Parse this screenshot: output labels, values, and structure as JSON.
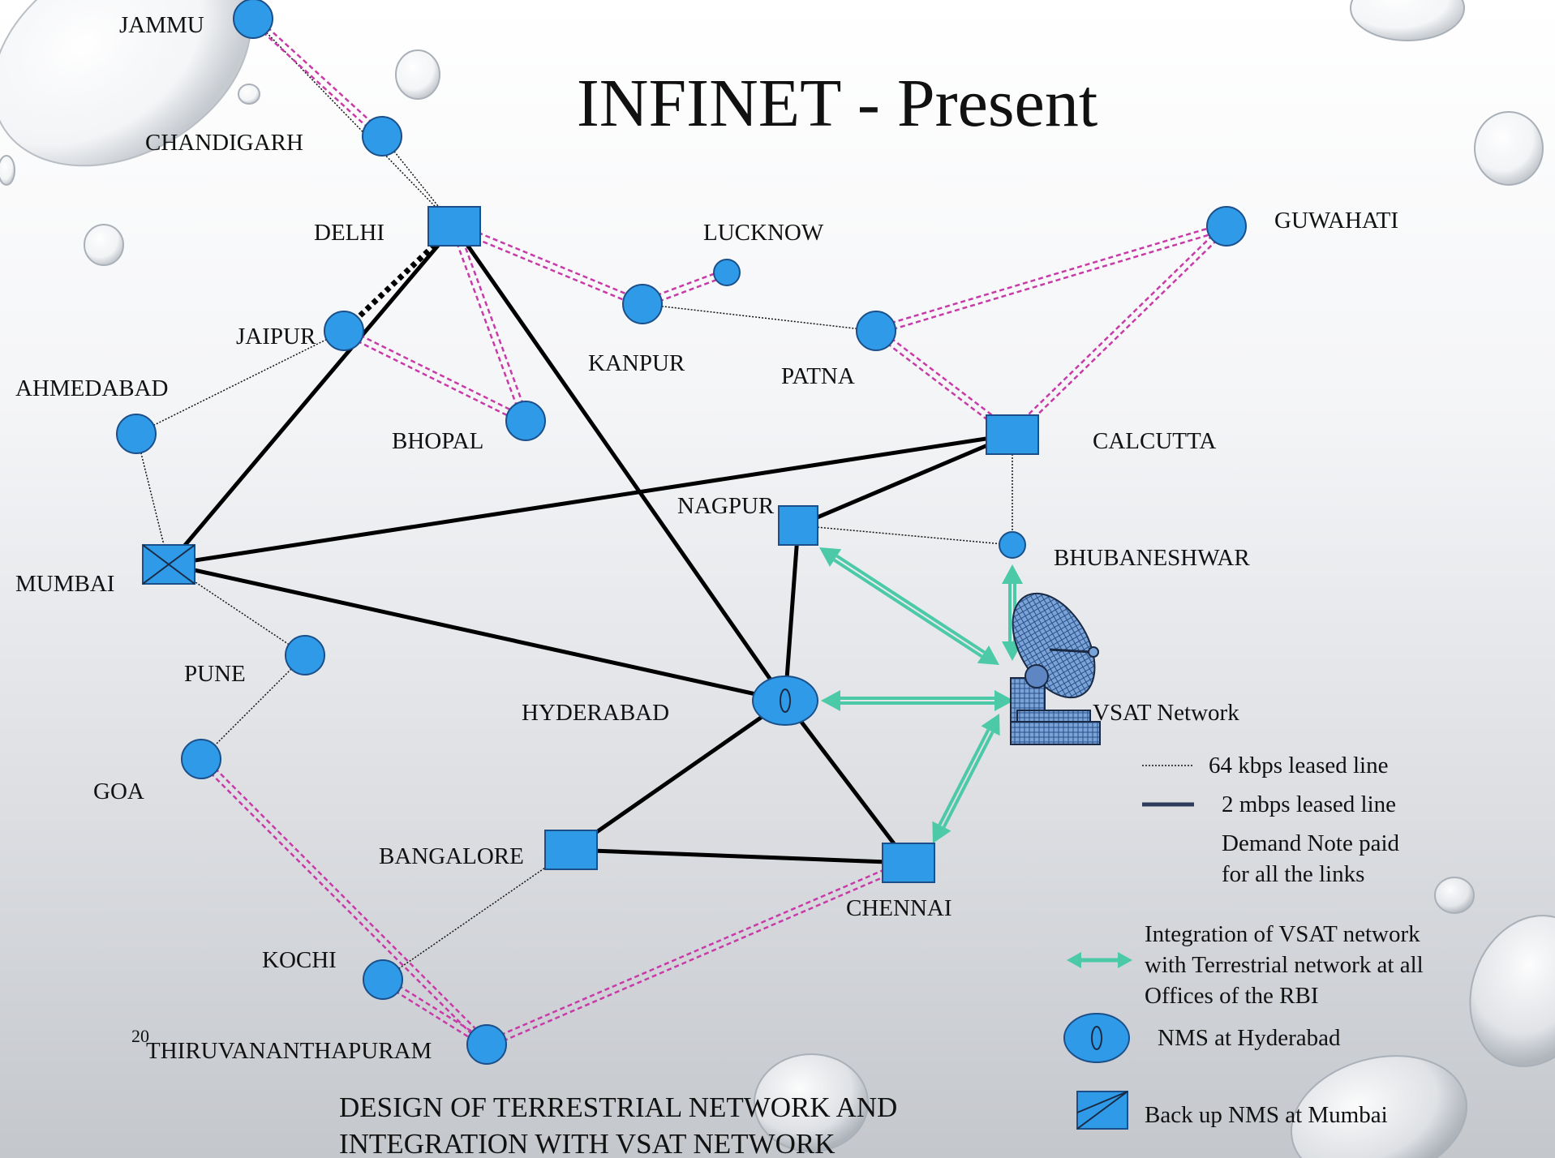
{
  "title": "INFINET - Present",
  "subtitle": [
    "DESIGN OF TERRESTRIAL NETWORK AND",
    "INTEGRATION WITH  VSAT NETWORK"
  ],
  "slide_number": "20",
  "colors": {
    "node_fill": "#2f9be8",
    "node_stroke": "#1a4f8a",
    "backup_dash": "#c83aa8",
    "vsat_arrow": "#4ccaa8",
    "trunk_line": "#000000",
    "legend_trunk": "#2e3c5c"
  },
  "nodes": [
    {
      "id": "jammu",
      "label": "JAMMU",
      "shape": "circle"
    },
    {
      "id": "chandigarh",
      "label": "CHANDIGARH",
      "shape": "circle"
    },
    {
      "id": "delhi",
      "label": "DELHI",
      "shape": "square"
    },
    {
      "id": "lucknow",
      "label": "LUCKNOW",
      "shape": "circle"
    },
    {
      "id": "guwahati",
      "label": "GUWAHATI",
      "shape": "circle"
    },
    {
      "id": "jaipur",
      "label": "JAIPUR",
      "shape": "circle"
    },
    {
      "id": "kanpur",
      "label": "KANPUR",
      "shape": "circle"
    },
    {
      "id": "patna",
      "label": "PATNA",
      "shape": "circle"
    },
    {
      "id": "ahmedabad",
      "label": "AHMEDABAD",
      "shape": "circle"
    },
    {
      "id": "bhopal",
      "label": "BHOPAL",
      "shape": "circle"
    },
    {
      "id": "calcutta",
      "label": "CALCUTTA",
      "shape": "square"
    },
    {
      "id": "nagpur",
      "label": "NAGPUR",
      "shape": "square"
    },
    {
      "id": "bhubaneshwar",
      "label": "BHUBANESHWAR",
      "shape": "circle"
    },
    {
      "id": "mumbai",
      "label": "MUMBAI",
      "shape": "crossed-square"
    },
    {
      "id": "pune",
      "label": "PUNE",
      "shape": "circle"
    },
    {
      "id": "hyderabad",
      "label": "HYDERABAD",
      "shape": "nms-ellipse"
    },
    {
      "id": "goa",
      "label": "GOA",
      "shape": "circle"
    },
    {
      "id": "bangalore",
      "label": "BANGALORE",
      "shape": "square"
    },
    {
      "id": "chennai",
      "label": "CHENNAI",
      "shape": "square"
    },
    {
      "id": "kochi",
      "label": "KOCHI",
      "shape": "circle"
    },
    {
      "id": "thiruvananthapuram",
      "label": "THIRUVANANTHAPURAM",
      "shape": "circle"
    },
    {
      "id": "vsat",
      "label": "VSAT Network",
      "shape": "satellite-dish"
    }
  ],
  "links_64kbps": [
    [
      "jammu",
      "delhi"
    ],
    [
      "chandigarh",
      "delhi"
    ],
    [
      "jaipur",
      "ahmedabad"
    ],
    [
      "ahmedabad",
      "mumbai"
    ],
    [
      "kanpur",
      "patna"
    ],
    [
      "nagpur",
      "bhubaneshwar"
    ],
    [
      "calcutta",
      "bhubaneshwar"
    ],
    [
      "mumbai",
      "pune"
    ],
    [
      "pune",
      "goa"
    ],
    [
      "bangalore",
      "kochi"
    ]
  ],
  "links_2mbps": [
    [
      "delhi",
      "mumbai"
    ],
    [
      "delhi",
      "hyderabad"
    ],
    [
      "mumbai",
      "calcutta"
    ],
    [
      "mumbai",
      "hyderabad"
    ],
    [
      "calcutta",
      "nagpur"
    ],
    [
      "nagpur",
      "hyderabad"
    ],
    [
      "hyderabad",
      "bangalore"
    ],
    [
      "hyderabad",
      "chennai"
    ],
    [
      "bangalore",
      "chennai"
    ]
  ],
  "links_backup": [
    [
      "jammu",
      "chandigarh"
    ],
    [
      "delhi",
      "kanpur"
    ],
    [
      "delhi",
      "bhopal"
    ],
    [
      "jaipur",
      "bhopal"
    ],
    [
      "kanpur",
      "lucknow"
    ],
    [
      "patna",
      "guwahati"
    ],
    [
      "patna",
      "calcutta"
    ],
    [
      "guwahati",
      "calcutta"
    ],
    [
      "goa",
      "thiruvananthapuram"
    ],
    [
      "kochi",
      "thiruvananthapuram"
    ],
    [
      "chennai",
      "thiruvananthapuram"
    ]
  ],
  "links_heavy_dotted": [
    [
      "delhi",
      "jaipur"
    ]
  ],
  "vsat_links": [
    "nagpur",
    "bhubaneshwar",
    "hyderabad",
    "chennai"
  ],
  "legend": {
    "line_64": "64 kbps leased line",
    "line_2m": "2 mbps leased line",
    "demand_note": [
      "Demand Note paid",
      "for all the links"
    ],
    "vsat_integration": [
      "Integration of VSAT network",
      "with Terrestrial network at all",
      "Offices of the RBI"
    ],
    "nms": "NMS at Hyderabad",
    "backup_nms": "Back up NMS at Mumbai"
  }
}
